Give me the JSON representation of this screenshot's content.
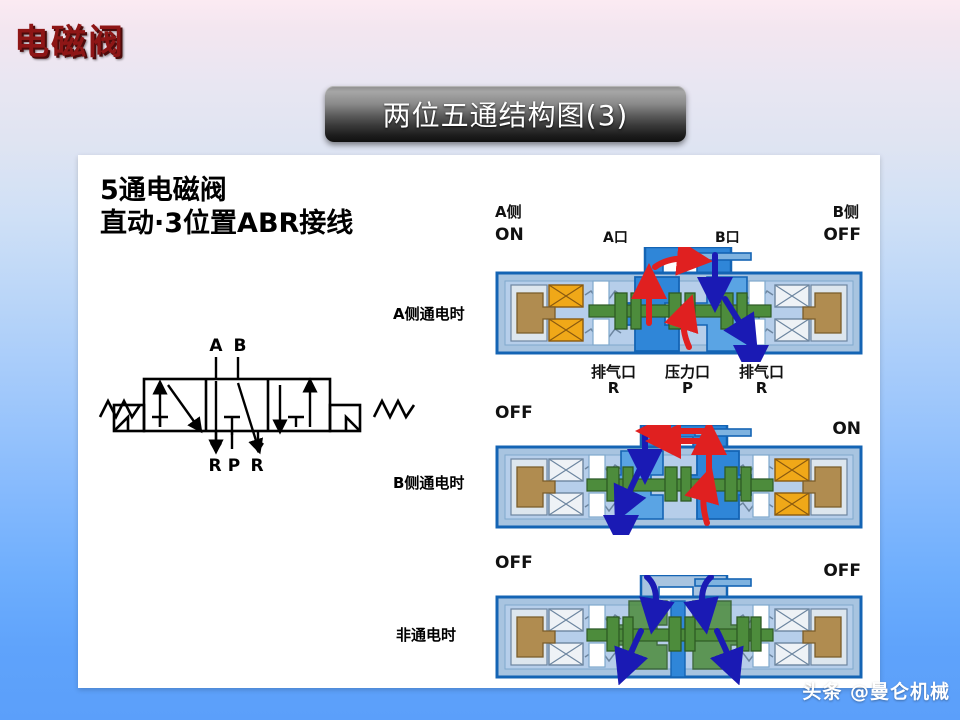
{
  "slide": {
    "title": "电磁阀",
    "title_color": "#8e1616",
    "banner_label": "两位五通结构图(3)"
  },
  "figure": {
    "heading_line1": "5通电磁阀",
    "heading_line2": "直动·3位置ABR接线",
    "schematic": {
      "top_ports": [
        "A",
        "B"
      ],
      "bottom_ports": [
        "R",
        "P",
        "R"
      ]
    },
    "rows": [
      {
        "label": "A侧通电时",
        "left_side_label": "A侧",
        "right_side_label": "B侧",
        "left_state": "ON",
        "right_state": "OFF",
        "port_a": "A口",
        "port_b": "B口",
        "bottom_ports": [
          {
            "name": "排气口",
            "code": "R"
          },
          {
            "name": "压力口",
            "code": "P"
          },
          {
            "name": "排气口",
            "code": "R"
          }
        ]
      },
      {
        "label": "B侧通电时",
        "left_state": "OFF",
        "right_state": "ON"
      },
      {
        "label": "非通电时",
        "left_state": "OFF",
        "right_state": "OFF"
      }
    ],
    "colors": {
      "body_fill": "#a8c4e0",
      "body_border": "#1464b4",
      "spool_green": "#4d8c3c",
      "chamber_blue": "#2f86d8",
      "coil_energized": "#f0a818",
      "coil_idle": "#e8ecf0",
      "armature_tan": "#b08c50",
      "arrow_supply": "#e02020",
      "arrow_exhaust": "#1a1ab4"
    }
  },
  "watermark": {
    "text": "头条 @曼仑机械"
  }
}
